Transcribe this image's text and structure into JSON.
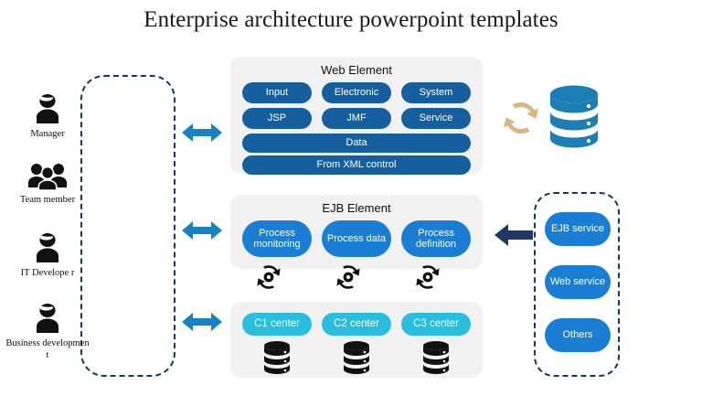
{
  "slide": {
    "title": "Enterprise architecture powerpoint templates",
    "background_color": "#ffffff"
  },
  "colors": {
    "panel_bg": "#f1f1f1",
    "pill_dark_blue": "#155f9e",
    "pill_blue": "#1a7fd4",
    "pill_cyan": "#29bede",
    "dashed_border": "#17375e",
    "arrow_blue": "#1883c4",
    "arrow_dark": "#1f3864",
    "sync_tan": "#d9b680",
    "db_blue": "#1b7fb5",
    "icon_black": "#111111"
  },
  "roles_panel": {
    "name": "roles-group",
    "items": [
      {
        "label": "Manager",
        "icon": "person-icon"
      },
      {
        "label": "Team member",
        "icon": "people-group-icon"
      },
      {
        "label": "IT Develope r",
        "icon": "person-icon"
      },
      {
        "label": "Business developmen t",
        "icon": "person-icon"
      }
    ]
  },
  "connectors": {
    "double_arrows": [
      {
        "name": "double-arrow-icon-manager"
      },
      {
        "name": "double-arrow-icon-ejb"
      },
      {
        "name": "double-arrow-icon-centers"
      }
    ],
    "left_arrow": {
      "name": "arrow-left-icon"
    }
  },
  "web_element": {
    "title": "Web Element",
    "row1": [
      "Input",
      "Electronic",
      "System"
    ],
    "row2": [
      "JSP",
      "JMF",
      "Service"
    ],
    "wide": [
      "Data",
      "From XML control"
    ]
  },
  "ejb_element": {
    "title": "EJB Element",
    "items": [
      "Process monitoring",
      "Process data",
      "Process definition"
    ],
    "icons": [
      "gear-refresh-icon",
      "gear-refresh-icon",
      "gear-refresh-icon"
    ]
  },
  "centers": {
    "items": [
      "C1 center",
      "C2 center",
      "C3 center"
    ],
    "icons": [
      "database-stack-icon",
      "database-stack-icon",
      "database-stack-icon"
    ]
  },
  "services_panel": {
    "items": [
      "EJB service",
      "Web service",
      "Others"
    ]
  },
  "top_right": {
    "sync_icon": "sync-arrows-icon",
    "database_icon": "database-icon"
  }
}
